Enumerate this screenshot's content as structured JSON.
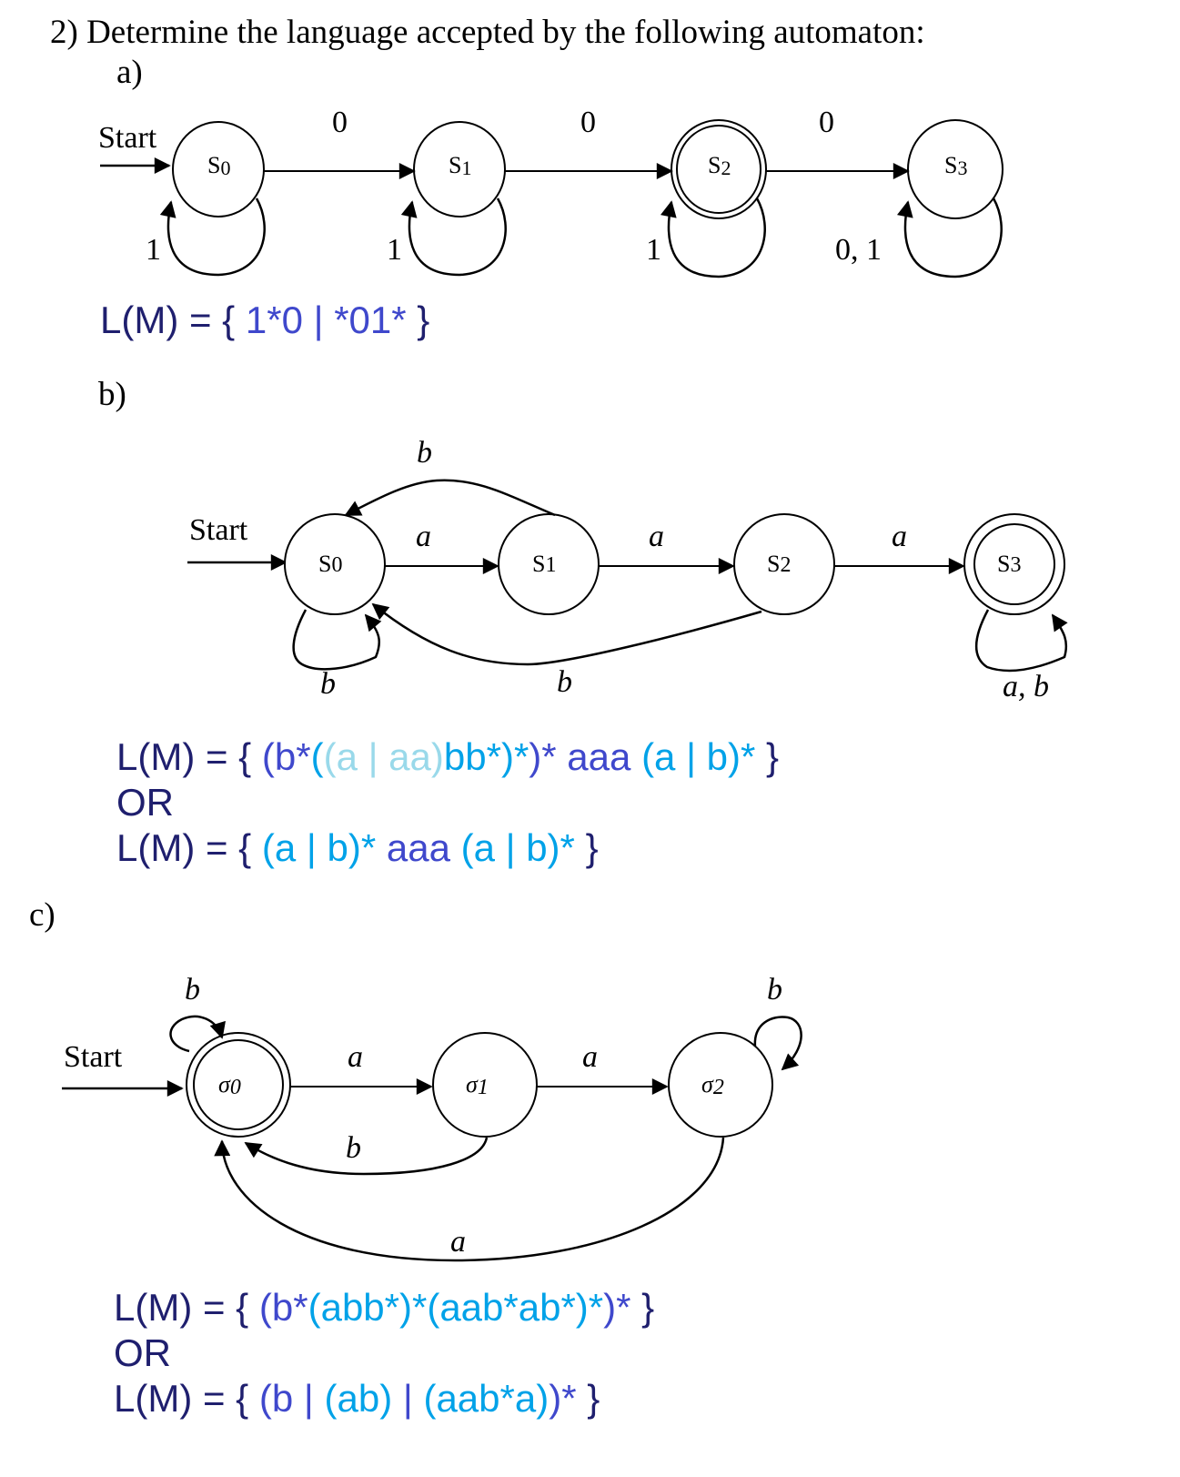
{
  "question": {
    "title": "2)  Determine the language accepted by the following automaton:"
  },
  "parts": [
    {
      "label": "a)",
      "automaton": {
        "start_label": "Start",
        "states": [
          {
            "id": "S0",
            "label": "S",
            "sub": "0",
            "accepting": false
          },
          {
            "id": "S1",
            "label": "S",
            "sub": "1",
            "accepting": false
          },
          {
            "id": "S2",
            "label": "S",
            "sub": "2",
            "accepting": true
          },
          {
            "id": "S3",
            "label": "S",
            "sub": "3",
            "accepting": false
          }
        ],
        "transitions": [
          {
            "from": "S0",
            "to": "S1",
            "label": "0"
          },
          {
            "from": "S1",
            "to": "S2",
            "label": "0"
          },
          {
            "from": "S2",
            "to": "S3",
            "label": "0"
          },
          {
            "from": "S0",
            "to": "S0",
            "label": "1"
          },
          {
            "from": "S1",
            "to": "S1",
            "label": "1"
          },
          {
            "from": "S2",
            "to": "S2",
            "label": "1"
          },
          {
            "from": "S3",
            "to": "S3",
            "label": "0, 1"
          }
        ]
      },
      "answers": [
        {
          "segments": [
            {
              "text": "L(M) = { ",
              "color": "dark"
            },
            {
              "text": "1*0 | *01*",
              "color": "blue"
            },
            {
              "text": " }",
              "color": "dark"
            }
          ]
        }
      ]
    },
    {
      "label": "b)",
      "automaton": {
        "start_label": "Start",
        "states": [
          {
            "id": "S0",
            "label": "S",
            "sub": "0",
            "accepting": false
          },
          {
            "id": "S1",
            "label": "S",
            "sub": "1",
            "accepting": false
          },
          {
            "id": "S2",
            "label": "S",
            "sub": "2",
            "accepting": false
          },
          {
            "id": "S3",
            "label": "S",
            "sub": "3",
            "accepting": true
          }
        ],
        "transitions": [
          {
            "from": "S0",
            "to": "S1",
            "label": "a"
          },
          {
            "from": "S1",
            "to": "S2",
            "label": "a"
          },
          {
            "from": "S2",
            "to": "S3",
            "label": "a"
          },
          {
            "from": "S1",
            "to": "S0",
            "label": "b"
          },
          {
            "from": "S2",
            "to": "S0",
            "label": "b"
          },
          {
            "from": "S0",
            "to": "S0",
            "label": "b"
          },
          {
            "from": "S3",
            "to": "S3",
            "label": "a, b"
          }
        ]
      },
      "answers": [
        {
          "segments": [
            {
              "text": "L(M) = { ",
              "color": "dark"
            },
            {
              "text": "(b*",
              "color": "blue"
            },
            {
              "text": "(",
              "color": "sky"
            },
            {
              "text": "(a | aa)",
              "color": "pale"
            },
            {
              "text": "bb*)*",
              "color": "sky"
            },
            {
              "text": ")*",
              "color": "blue"
            },
            {
              "text": " aaa ",
              "color": "blue"
            },
            {
              "text": "(a | b)*",
              "color": "sky"
            },
            {
              "text": " }",
              "color": "dark"
            }
          ]
        },
        {
          "segments": [
            {
              "text": "OR",
              "color": "dark"
            }
          ]
        },
        {
          "segments": [
            {
              "text": "L(M) = { ",
              "color": "dark"
            },
            {
              "text": "(a | b)*",
              "color": "sky"
            },
            {
              "text": " aaa ",
              "color": "blue"
            },
            {
              "text": "(a | b)*",
              "color": "sky"
            },
            {
              "text": " }",
              "color": "dark"
            }
          ]
        }
      ]
    },
    {
      "label": "c)",
      "automaton": {
        "start_label": "Start",
        "states": [
          {
            "id": "sigma0",
            "label": "σ",
            "sub": "0",
            "accepting": true
          },
          {
            "id": "sigma1",
            "label": "σ",
            "sub": "1",
            "accepting": false
          },
          {
            "id": "sigma2",
            "label": "σ",
            "sub": "2",
            "accepting": false
          }
        ],
        "transitions": [
          {
            "from": "sigma0",
            "to": "sigma1",
            "label": "a"
          },
          {
            "from": "sigma1",
            "to": "sigma2",
            "label": "a"
          },
          {
            "from": "sigma1",
            "to": "sigma0",
            "label": "b"
          },
          {
            "from": "sigma2",
            "to": "sigma0",
            "label": "a"
          },
          {
            "from": "sigma0",
            "to": "sigma0",
            "label": "b"
          },
          {
            "from": "sigma2",
            "to": "sigma2",
            "label": "b"
          }
        ]
      },
      "answers": [
        {
          "segments": [
            {
              "text": "L(M) = { ",
              "color": "dark"
            },
            {
              "text": "(b*",
              "color": "blue"
            },
            {
              "text": "(abb*)*(aab*ab*)*",
              "color": "sky"
            },
            {
              "text": ")*",
              "color": "blue"
            },
            {
              "text": " }",
              "color": "dark"
            }
          ]
        },
        {
          "segments": [
            {
              "text": "OR",
              "color": "dark"
            }
          ]
        },
        {
          "segments": [
            {
              "text": "L(M) = { ",
              "color": "dark"
            },
            {
              "text": "(b ",
              "color": "blue"
            },
            {
              "text": "| ",
              "color": "blue"
            },
            {
              "text": "(ab) ",
              "color": "sky"
            },
            {
              "text": "| ",
              "color": "blue"
            },
            {
              "text": "(aab*a)",
              "color": "sky"
            },
            {
              "text": ")*",
              "color": "blue"
            },
            {
              "text": " }",
              "color": "dark"
            }
          ]
        }
      ]
    }
  ],
  "colors": {
    "dark": "#1f1f6e",
    "blue": "#3f48cc",
    "sky": "#00a2e8",
    "pale": "#99d9ea"
  }
}
